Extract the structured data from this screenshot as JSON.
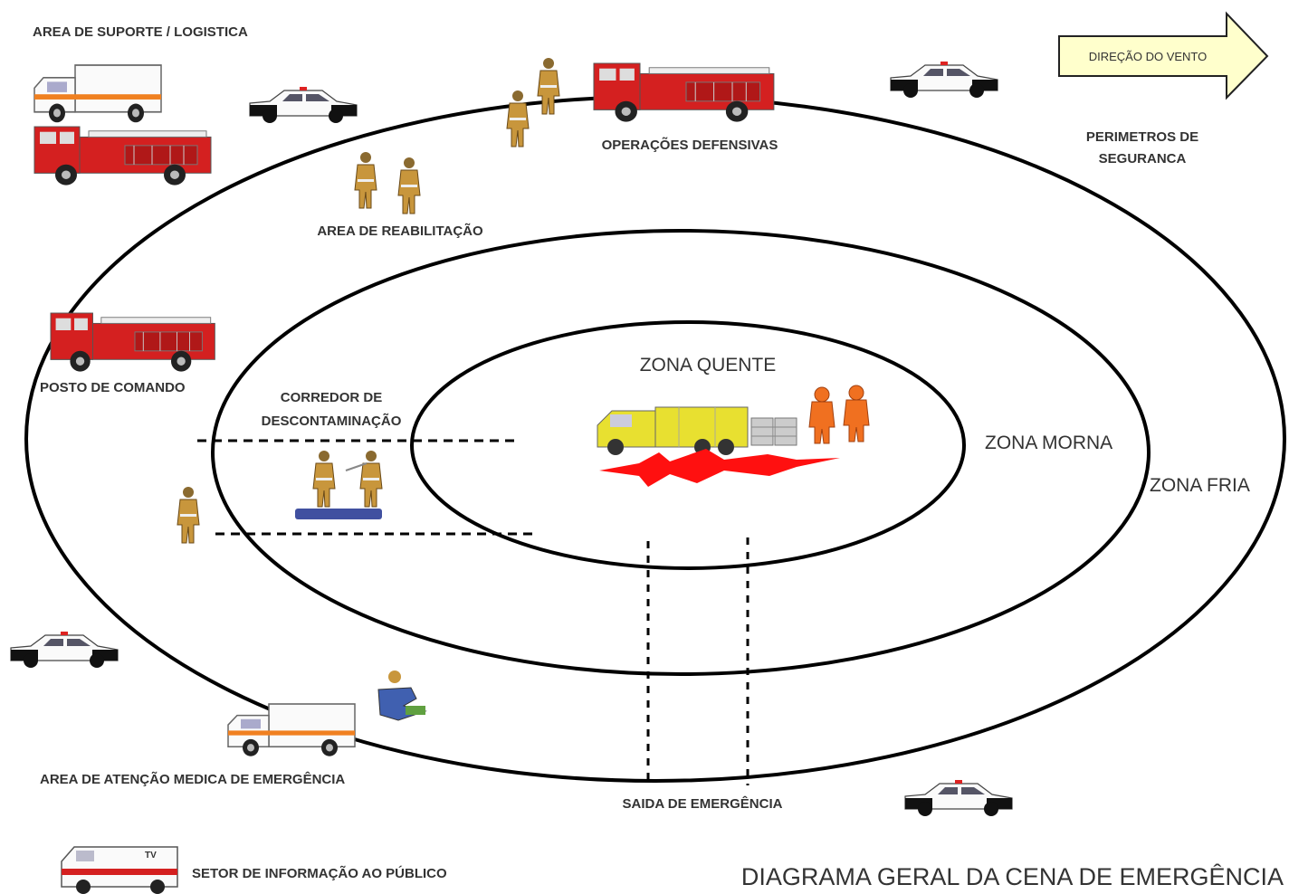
{
  "labels": {
    "support_area": "AREA DE SUPORTE / LOGISTICA",
    "wind_direction": "DIREÇÃO DO VENTO",
    "defensive_ops": "OPERAÇÕES DEFENSIVAS",
    "safety_perimeter_line1": "PERIMETROS DE",
    "safety_perimeter_line2": "SEGURANCA",
    "rehab_area": "AREA DE REABILITAÇÃO",
    "command_post": "POSTO DE COMANDO",
    "decon_corridor_line1": "CORREDOR DE",
    "decon_corridor_line2": "DESCONTAMINAÇÃO",
    "hot_zone": "ZONA QUENTE",
    "warm_zone": "ZONA MORNA",
    "cold_zone": "ZONA FRIA",
    "medical_area": "AREA DE ATENÇÃO MEDICA DE EMERGÊNCIA",
    "emergency_exit": "SAIDA DE EMERGÊNCIA",
    "public_info": "SETOR DE INFORMAÇÃO AO PÚBLICO",
    "tv_van_label": "TV",
    "diagram_title": "DIAGRAMA GERAL DA CENA DE EMERGÊNCIA"
  },
  "colors": {
    "fire_truck": "#d42020",
    "fire_truck_dark": "#8c1010",
    "firefighter": "#c8963c",
    "hazmat_suit": "#f07020",
    "spill": "#ff1010",
    "tank_truck": "#e8e030",
    "arrow_fill": "#ffffcc",
    "ring": "#000000"
  },
  "icons": [
    "ambulance-icon",
    "fire-truck-icon",
    "police-car-icon",
    "firefighter-icon",
    "hazmat-worker-icon",
    "tank-truck-icon",
    "drum-icon",
    "spill-icon",
    "tv-van-icon",
    "injured-person-icon",
    "wind-arrow-icon"
  ]
}
